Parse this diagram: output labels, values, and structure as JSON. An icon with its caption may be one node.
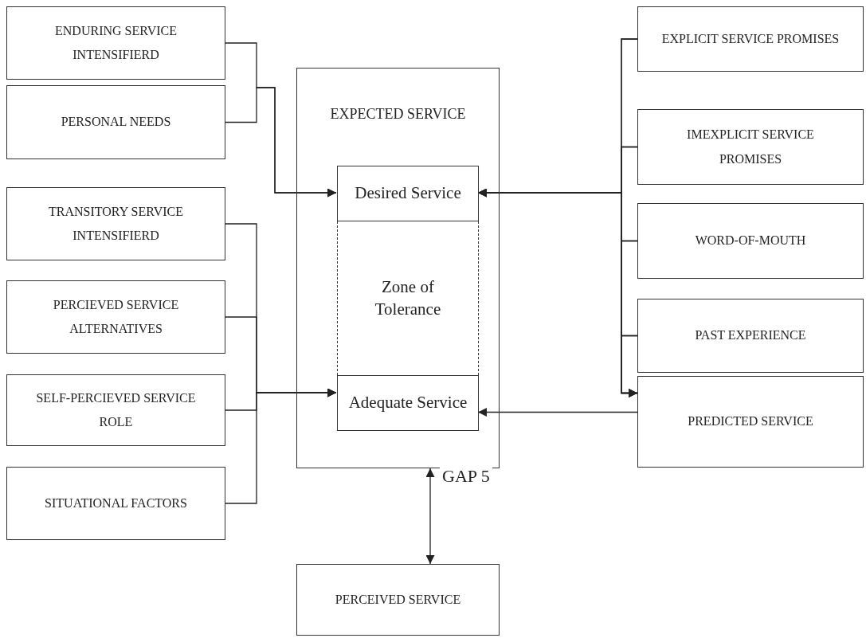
{
  "diagram": {
    "nodes": [
      {
        "text": [
          "ENDURING SERVICE INTENSIFIERD"
        ]
      },
      {
        "text": [
          "PERSONAL NEEDS"
        ]
      },
      {
        "text": [
          "TRANSITORY SERVICE INTENSIFIERD"
        ]
      },
      {
        "text": [
          "PERCIEVED SERVICE ALTERNATIVES"
        ]
      },
      {
        "text": [
          "SELF-PERCIEVED SERVICE ROLE"
        ]
      },
      {
        "text": [
          "SITUATIONAL FACTORS"
        ]
      },
      {
        "text": [
          "EXPECTED SERVICE"
        ]
      },
      {
        "text": [
          "Desired Service"
        ],
        "in": 6
      },
      {
        "text": [
          "Zone of Tolerance"
        ],
        "in": 6
      },
      {
        "text": [
          "Adequate Service"
        ],
        "in": 6
      },
      {
        "text": [
          "EXPLICIT SERVICE PROMISES"
        ]
      },
      {
        "text": [
          "IMEXPLICIT SERVICE PROMISES"
        ]
      },
      {
        "text": [
          "WORD-OF-MOUTH"
        ]
      },
      {
        "text": [
          "PAST EXPERIENCE"
        ]
      },
      {
        "text": [
          "PREDICTED SERVICE"
        ]
      },
      {
        "text": [
          "PERCEIVED SERVICE"
        ]
      }
    ],
    "edges": [
      {
        "from": 0,
        "to": 7,
        "arrow": "to"
      },
      {
        "from": 1,
        "to": 7,
        "arrow": "to"
      },
      {
        "from": 2,
        "to": 9,
        "arrow": "to"
      },
      {
        "from": 3,
        "to": 9,
        "arrow": "to"
      },
      {
        "from": 4,
        "to": 9,
        "arrow": "to"
      },
      {
        "from": 5,
        "to": 9,
        "arrow": "to"
      },
      {
        "from": 10,
        "to": 7,
        "arrow": "to"
      },
      {
        "from": 11,
        "to": 7,
        "arrow": "to"
      },
      {
        "from": 12,
        "to": 7,
        "arrow": "to"
      },
      {
        "from": 13,
        "to": 7,
        "arrow": "to"
      },
      {
        "from": 10,
        "to": 14,
        "arrow": "to"
      },
      {
        "from": 11,
        "to": 14,
        "arrow": "to"
      },
      {
        "from": 12,
        "to": 14,
        "arrow": "to"
      },
      {
        "from": 13,
        "to": 14,
        "arrow": "to"
      },
      {
        "from": 14,
        "to": 9,
        "arrow": "to"
      },
      {
        "from": 6,
        "to": 15,
        "arrow": "both",
        "label": "GAP 5"
      }
    ]
  }
}
